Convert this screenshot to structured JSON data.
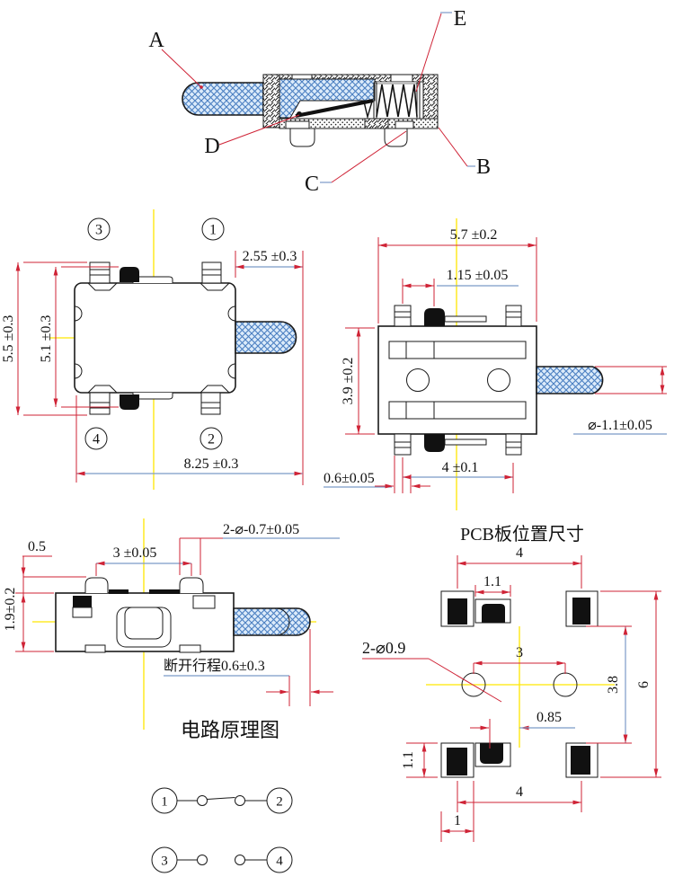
{
  "section_view": {
    "label_a": "A",
    "label_b": "B",
    "label_c": "C",
    "label_d": "D",
    "label_e": "E"
  },
  "top_view": {
    "pin_tl": "3",
    "pin_tr": "1",
    "pin_bl": "4",
    "pin_br": "2",
    "dim_height_outer": "5.5 ±0.3",
    "dim_height_inner": "5.1 ±0.3",
    "dim_plunger": "2.55 ±0.3",
    "dim_total": "8.25 ±0.3"
  },
  "bottom_view": {
    "dim_width": "5.7 ±0.2",
    "dim_offset": "1.15 ±0.05",
    "dim_height": "3.9 ±0.2",
    "dim_shaft_dia": "⌀-1.1±0.05",
    "dim_pin_width": "0.6±0.05",
    "dim_pitch": "4 ±0.1"
  },
  "side_view": {
    "dim_step": "0.5",
    "dim_pitch": "3 ±0.05",
    "dim_holes": "2-⌀-0.7±0.05",
    "dim_height": "1.9±0.2",
    "dim_travel": "断开行程0.6±0.3"
  },
  "pcb_view": {
    "title": "PCB板位置尺寸",
    "dim_top_pitch": "4",
    "dim_mid_pad_width": "1.1",
    "dim_holes": "2-⌀0.9",
    "dim_hole_pitch": "3",
    "dim_inner_height": "3.8",
    "dim_outer_height": "6",
    "dim_offset": "0.85",
    "dim_pad_height": "1.1",
    "dim_bottom_pitch": "4",
    "dim_pad_width": "1"
  },
  "schematic": {
    "title": "电路原理图",
    "pin1": "1",
    "pin2": "2",
    "pin3": "3",
    "pin4": "4"
  },
  "colors": {
    "dimension_red": "#cf2336",
    "dimension_blue": "#7b9ac8",
    "centerline_yellow": "#ffe600",
    "plunger_blue": "#4a7fc1"
  }
}
